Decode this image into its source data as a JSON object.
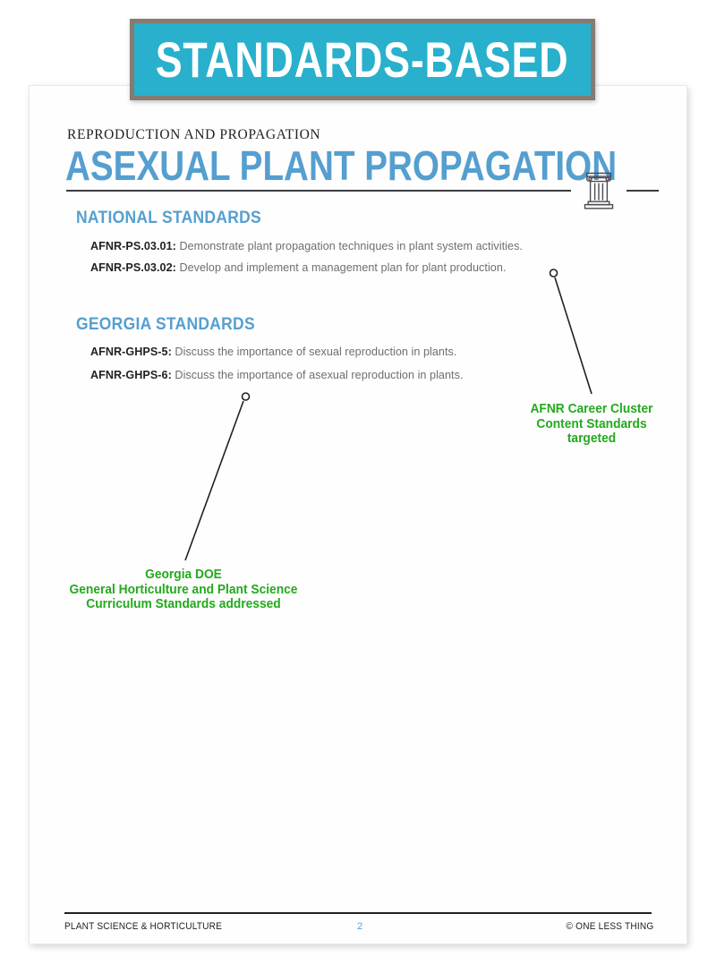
{
  "banner": {
    "label": "STANDARDS-BASED",
    "fill_color": "#28b0cc",
    "border_color": "#847c72",
    "text_color": "#ffffff"
  },
  "document": {
    "eyebrow": "REPRODUCTION AND PROPAGATION",
    "title": "ASEXUAL PLANT PROPAGATION",
    "title_color": "#559fcf",
    "header_icon": "classical-column-icon"
  },
  "sections": [
    {
      "id": "national",
      "heading": "NATIONAL STANDARDS",
      "standards": [
        {
          "code": "AFNR-PS.03.01:",
          "text": "Demonstrate plant propagation techniques in plant system activities."
        },
        {
          "code": "AFNR-PS.03.02:",
          "text": "Develop and implement a management plan for plant production."
        }
      ]
    },
    {
      "id": "georgia",
      "heading": "GEORGIA STANDARDS",
      "standards": [
        {
          "code": "AFNR-GHPS-5:",
          "text": "Discuss the importance of sexual reproduction in plants."
        },
        {
          "code": "AFNR-GHPS-6:",
          "text": "Discuss the importance of asexual reproduction in plants."
        }
      ]
    }
  ],
  "annotations": {
    "color": "#22aa1c",
    "afnr": {
      "line_1": "AFNR Career Cluster",
      "line_2": "Content Standards",
      "line_3": "targeted"
    },
    "georgia": {
      "line_1": "Georgia DOE",
      "line_2": "General Horticulture and Plant Science",
      "line_3": "Curriculum Standards addressed"
    }
  },
  "footer": {
    "left": "PLANT SCIENCE & HORTICULTURE",
    "page_number": "2",
    "right": "© ONE LESS THING",
    "page_number_color": "#559fcf"
  }
}
